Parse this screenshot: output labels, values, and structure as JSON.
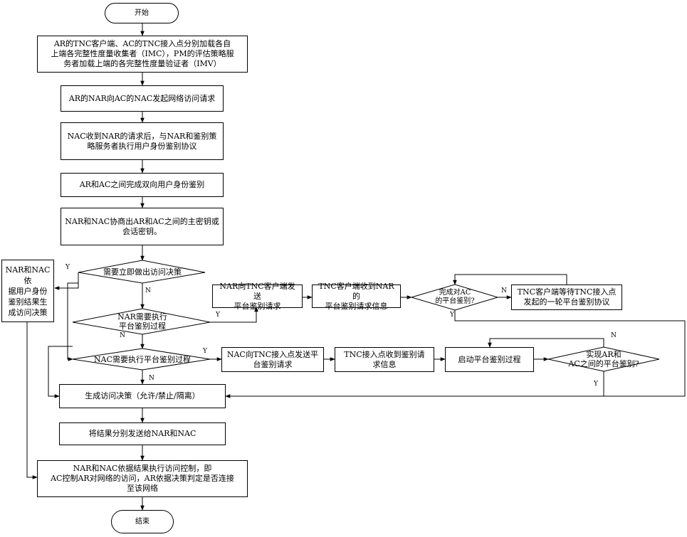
{
  "start": "开始",
  "end": "结束",
  "steps": {
    "load": "AR的TNC客户端、AC的TNC接入点分别加载各自\n上端各完整性度量收集者（IMC），PM的评估策略服\n务者加载上端的各完整性度量验证者（IMV）",
    "request": "AR的NAR向AC的NAC发起网络访问请求",
    "auth_protocol": "NAC收到NAR的请求后，与NAR和鉴别策\n略服务者执行用户身份鉴别协议",
    "mutual_auth": "AR和AC之间完成双向用户身份鉴别",
    "key": "NAR和NAC协商出AR和AC之间的主密钥或\n会话密钥。",
    "side_decision": "NAR和NAC依\n据用户身份\n鉴别结果生\n成访问决策",
    "nar_send": "NAR向TNC客户端发送\n平台鉴别请求",
    "tnc_client_recv": "TNC客户端收到NAR的\n平台鉴别请求信息",
    "tnc_wait": "TNC客户端等待TNC接入点\n发起的一轮平台鉴别协议",
    "nac_send": "NAC向TNC接入点发送平\n台鉴别请求",
    "tnc_ap_recv": "TNC接入点收到鉴别请\n求信息",
    "start_platform": "启动平台鉴别过程",
    "gen_decision": "生成访问决策（允许/禁止/隔离）",
    "send_result": "将结果分别发送给NAR和NAC",
    "enforce": "NAR和NAC依据结果执行访问控制，即\nAC控制AR对网络的访问，AR依据决策判定是否连接\n至该网络"
  },
  "decisions": {
    "immediate": "需要立即做出访问决策",
    "nar_platform": "NAR需要执行\n平台鉴别过程",
    "done_ac": "完成对AC\n的平台鉴别?",
    "nac_platform": "NAC需要执行平台鉴别过程",
    "achieved": "实现AR和\nAC之间的平台鉴别?"
  },
  "labels": {
    "yes": "Y",
    "no": "N"
  }
}
